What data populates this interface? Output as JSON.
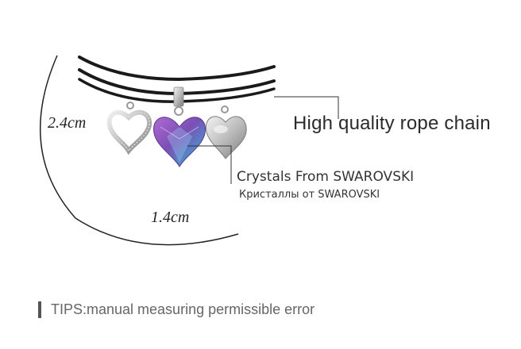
{
  "dimensions": {
    "height_label": "2.4cm",
    "width_label": "1.4cm"
  },
  "callouts": {
    "rope": "High quality rope chain",
    "crystals_en": "Crystals From SWAROVSKI",
    "crystals_ru": "Кристаллы от SWAROVSKI"
  },
  "tips": {
    "text": "TIPS:manual measuring permissible error"
  },
  "colors": {
    "rope": "#1a1a1a",
    "crystal_purple": "#7a4fb5",
    "crystal_blue": "#4f8fc9",
    "silver": "#c9c9c9"
  }
}
